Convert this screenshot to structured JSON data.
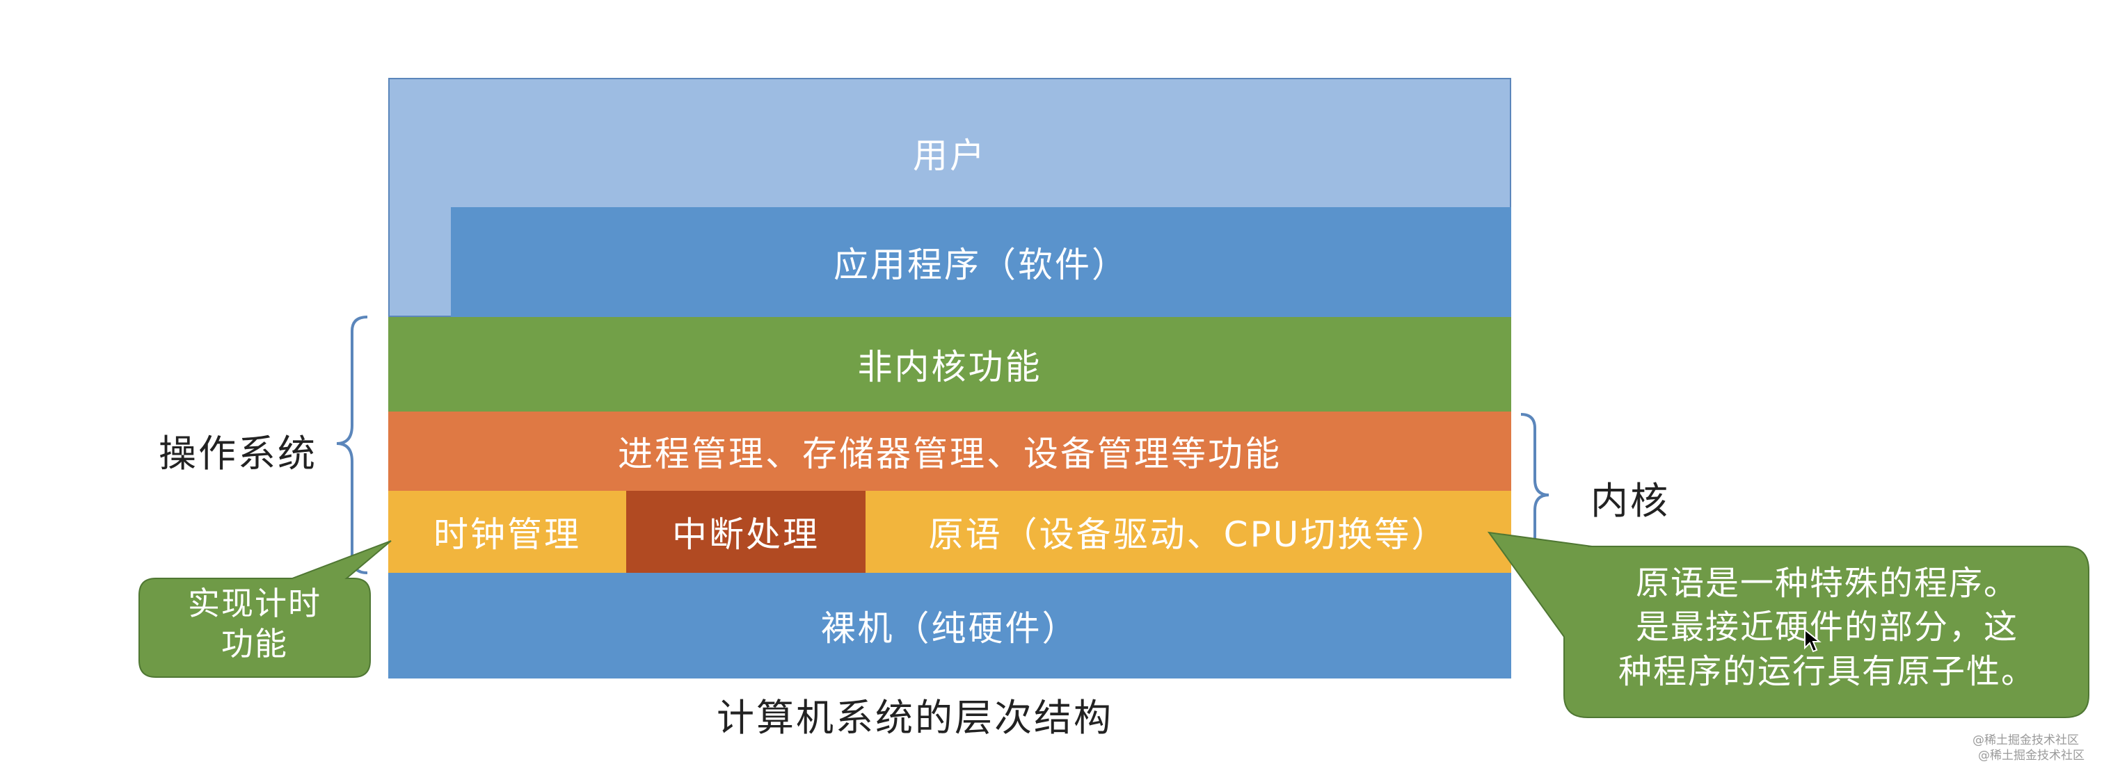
{
  "diagram": {
    "layers": {
      "user": "用户",
      "application": "应用程序（软件）",
      "non_kernel": "非内核功能",
      "management": "进程管理、存储器管理、设备管理等功能",
      "clock": "时钟管理",
      "interrupt": "中断处理",
      "primitive": "原语（设备驱动、CPU切换等）",
      "hardware": "裸机（纯硬件）"
    },
    "brace_labels": {
      "os": "操作系统",
      "kernel": "内核"
    },
    "caption": "计算机系统的层次结构",
    "callouts": {
      "clock_note_lines": [
        "实现计时",
        "功能"
      ],
      "primitive_note_lines": [
        "原语是一种特殊的程序。",
        "是最接近硬件的部分，这",
        "种程序的运行具有原子性。"
      ]
    },
    "colors": {
      "user": "#9dbce2",
      "application": "#5a93cc",
      "non_kernel": "#72a048",
      "management": "#df7944",
      "clock": "#f2b53d",
      "interrupt": "#b14a22",
      "primitive": "#f2b53d",
      "hardware": "#5a93cc",
      "callout": "#6f9a47",
      "brace": "#5b86bb"
    }
  },
  "watermarks": [
    "@稀土掘金技术社区",
    "@稀土掘金技术社区"
  ]
}
